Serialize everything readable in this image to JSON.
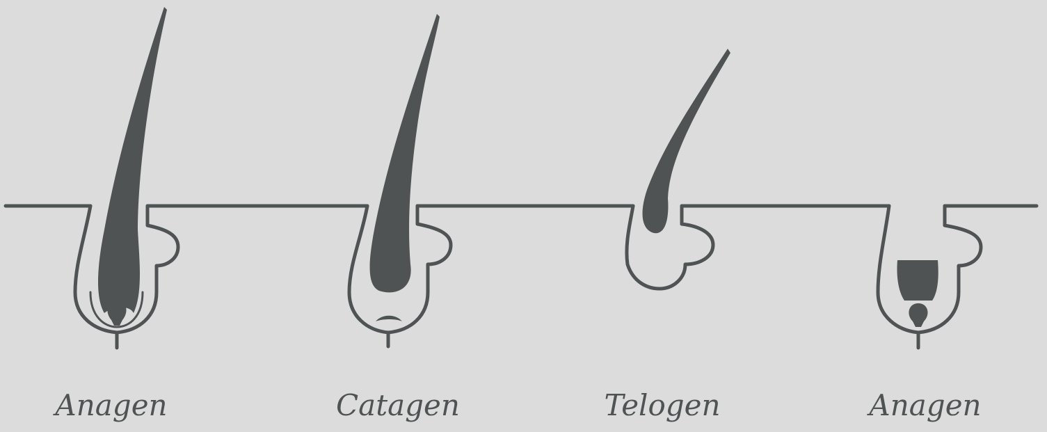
{
  "colors": {
    "background": "#dcdcdc",
    "ink": "#4f5354"
  },
  "phases": [
    {
      "label": "Anagen"
    },
    {
      "label": "Catagen"
    },
    {
      "label": "Telogen"
    },
    {
      "label": "Anagen"
    }
  ]
}
